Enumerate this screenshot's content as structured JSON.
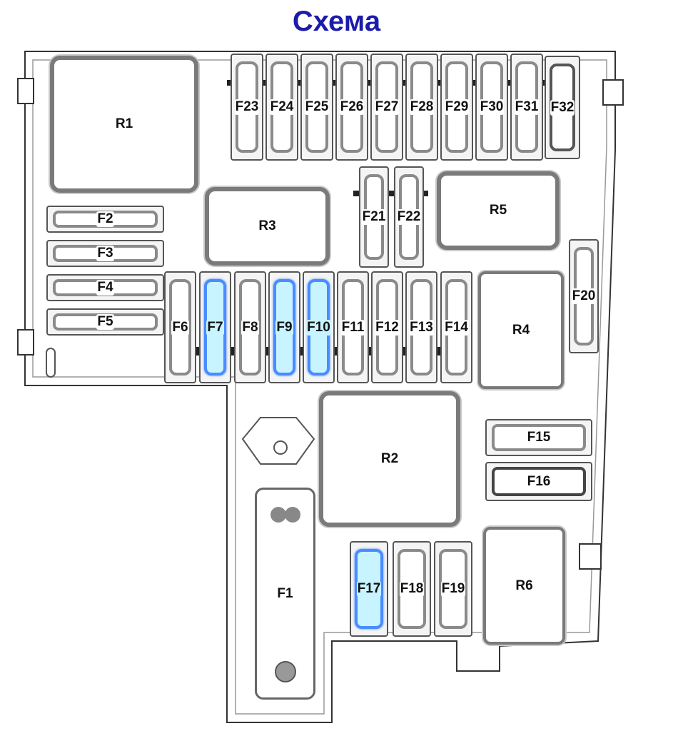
{
  "title": "Схема",
  "colors": {
    "title": "#1c1caa",
    "highlight_border": "#4a8cff",
    "highlight_fill": "#c8f4ff"
  },
  "relays": [
    {
      "id": "R1",
      "label": "R1"
    },
    {
      "id": "R2",
      "label": "R2"
    },
    {
      "id": "R3",
      "label": "R3"
    },
    {
      "id": "R4",
      "label": "R4"
    },
    {
      "id": "R5",
      "label": "R5"
    },
    {
      "id": "R6",
      "label": "R6"
    }
  ],
  "fuses": [
    {
      "id": "F1",
      "label": "F1",
      "highlighted": false
    },
    {
      "id": "F2",
      "label": "F2",
      "highlighted": false
    },
    {
      "id": "F3",
      "label": "F3",
      "highlighted": false
    },
    {
      "id": "F4",
      "label": "F4",
      "highlighted": false
    },
    {
      "id": "F5",
      "label": "F5",
      "highlighted": false
    },
    {
      "id": "F6",
      "label": "F6",
      "highlighted": false
    },
    {
      "id": "F7",
      "label": "F7",
      "highlighted": true
    },
    {
      "id": "F8",
      "label": "F8",
      "highlighted": false
    },
    {
      "id": "F9",
      "label": "F9",
      "highlighted": true
    },
    {
      "id": "F10",
      "label": "F10",
      "highlighted": true
    },
    {
      "id": "F11",
      "label": "F11",
      "highlighted": false
    },
    {
      "id": "F12",
      "label": "F12",
      "highlighted": false
    },
    {
      "id": "F13",
      "label": "F13",
      "highlighted": false
    },
    {
      "id": "F14",
      "label": "F14",
      "highlighted": false
    },
    {
      "id": "F15",
      "label": "F15",
      "highlighted": false
    },
    {
      "id": "F16",
      "label": "F16",
      "highlighted": false
    },
    {
      "id": "F17",
      "label": "F17",
      "highlighted": true
    },
    {
      "id": "F18",
      "label": "F18",
      "highlighted": false
    },
    {
      "id": "F19",
      "label": "F19",
      "highlighted": false
    },
    {
      "id": "F20",
      "label": "F20",
      "highlighted": false
    },
    {
      "id": "F21",
      "label": "F21",
      "highlighted": false
    },
    {
      "id": "F22",
      "label": "F22",
      "highlighted": false
    },
    {
      "id": "F23",
      "label": "F23",
      "highlighted": false
    },
    {
      "id": "F24",
      "label": "F24",
      "highlighted": false
    },
    {
      "id": "F25",
      "label": "F25",
      "highlighted": false
    },
    {
      "id": "F26",
      "label": "F26",
      "highlighted": false
    },
    {
      "id": "F27",
      "label": "F27",
      "highlighted": false
    },
    {
      "id": "F28",
      "label": "F28",
      "highlighted": false
    },
    {
      "id": "F29",
      "label": "F29",
      "highlighted": false
    },
    {
      "id": "F30",
      "label": "F30",
      "highlighted": false
    },
    {
      "id": "F31",
      "label": "F31",
      "highlighted": false
    },
    {
      "id": "F32",
      "label": "F32",
      "highlighted": false
    }
  ]
}
